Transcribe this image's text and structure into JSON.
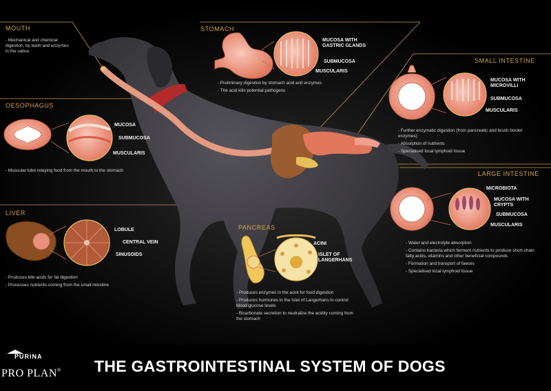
{
  "footer": {
    "title": "THE GASTROINTESTINAL SYSTEM OF DOGS",
    "brand_top": "PURINA",
    "brand_main": "PRO PLAN",
    "brand_mark": "®"
  },
  "mouth": {
    "title": "MOUTH",
    "desc": [
      "- Mechanical and chemical digestion, by teeth and enzymes in the saliva"
    ]
  },
  "oesophagus": {
    "title": "OESOPHAGUS",
    "layers": [
      "MUCOSA",
      "SUBMUCOSA",
      "MUSCULARIS"
    ],
    "desc": [
      "- Muscular tube relaying food from the mouth to the stomach"
    ]
  },
  "liver": {
    "title": "LIVER",
    "layers": [
      "LOBULE",
      "CENTRAL VEIN",
      "SINUSOIDS"
    ],
    "desc": [
      "- Produces bile acids for fat digestion",
      "- Processes nutrients coming from the small intestine"
    ]
  },
  "stomach": {
    "title": "STOMACH",
    "layers": [
      "MUCOSA WITH GASTRIC GLANDS",
      "SUBMUCOSA",
      "MUSCULARIS"
    ],
    "desc": [
      "- Preliminary digestion by stomach acid and enzymes",
      "- The acid kills potential pathogens"
    ]
  },
  "small_intestine": {
    "title": "SMALL INTESTINE",
    "layers": [
      "MUCOSA WITH MICROVILLI",
      "SUBMUCOSA",
      "MUSCULARIS"
    ],
    "desc": [
      "- Further enzymatic digestion (from pancreatic and brush border enzymes)",
      "- Absorption of nutrients",
      "- Specialised local lymphoid tissue"
    ]
  },
  "large_intestine": {
    "title": "LARGE INTESTINE",
    "layers": [
      "MICROBIOTA",
      "MUCOSA WITH CRYPTS",
      "SUBMUCOSA",
      "MUSCULARIS"
    ],
    "desc": [
      "- Water and electrolyte absorption",
      "- Contains bacteria which ferment nutrients to produce short-chain fatty acids, vitamins and other beneficial compounds",
      "- Formation and transport of faeces",
      "- Specialised local lymphoid tissue"
    ]
  },
  "pancreas": {
    "title": "PANCREAS",
    "layers": [
      "ACINI",
      "ISLET OF LANGERHANS"
    ],
    "desc": [
      "- Produces enzymes in the acini for food digestion",
      "- Produces hormones in the Islet of Langerhans to control blood glucose levels",
      "- Bicarbonate secretion to neutralize the acidity coming from the stomach"
    ]
  },
  "colors": {
    "accent": "#d7a24a",
    "background": "#000000",
    "tissue": "#f0a08c",
    "muscle": "#e4785f",
    "dog": "#3c3a3e",
    "collar": "#b22a2a"
  }
}
